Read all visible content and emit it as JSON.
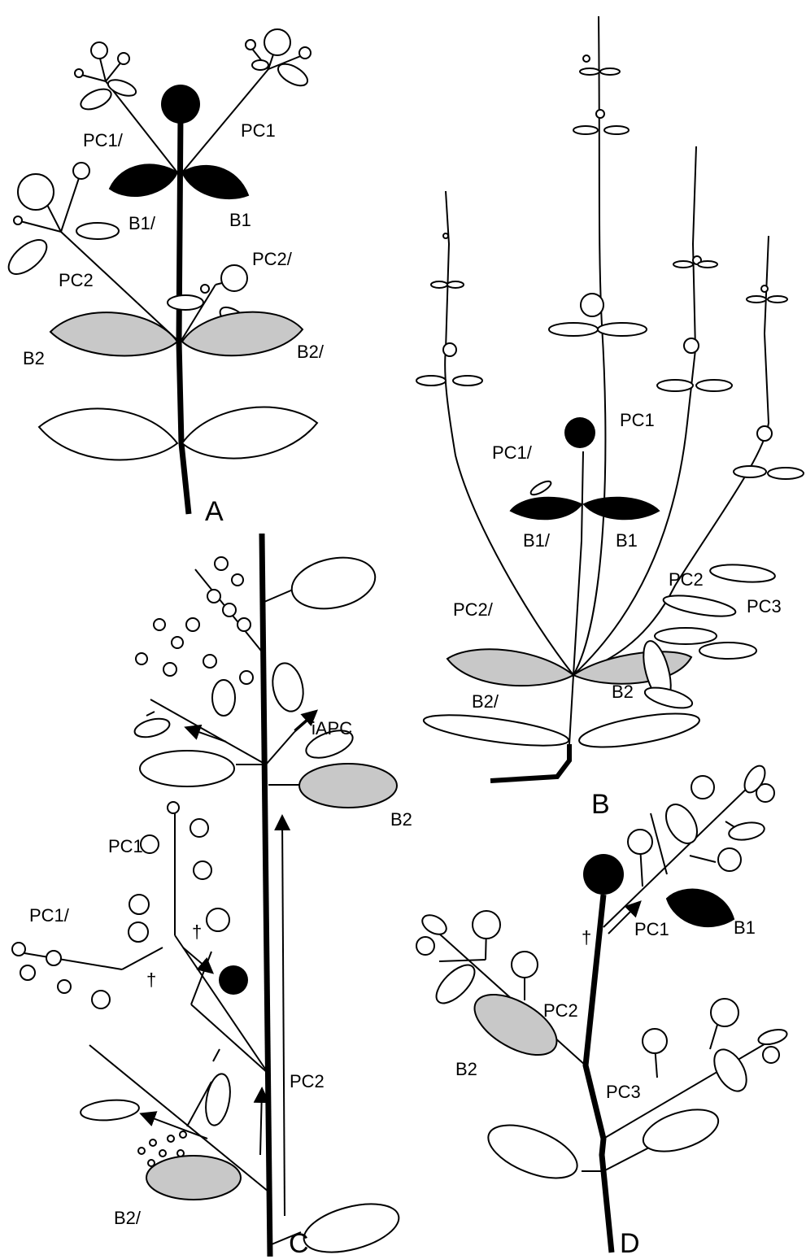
{
  "colors": {
    "ink": "#000000",
    "paper": "#ffffff",
    "shaded_bract": "#c8c8c8",
    "dark_bract": "#000000"
  },
  "panels": {
    "a": {
      "letter": "A",
      "labels": {
        "pc1_prime": "PC1/",
        "pc1": "PC1",
        "b1_prime": "B1/",
        "b1": "B1",
        "pc2_prime": "PC2/",
        "pc2": "PC2",
        "b2": "B2",
        "b2_prime": "B2/"
      }
    },
    "b": {
      "letter": "B",
      "labels": {
        "pc1": "PC1",
        "pc1_prime": "PC1/",
        "b1_prime": "B1/",
        "b1": "B1",
        "pc2_prime": "PC2/",
        "pc2": "PC2",
        "pc3": "PC3",
        "b2_prime": "B2/",
        "b2": "B2"
      }
    },
    "c": {
      "letter": "C",
      "labels": {
        "iapc": "iAPC",
        "b2": "B2",
        "pc1": "PC1",
        "pc1_prime": "PC1/",
        "dagger_1": "†",
        "dagger_2": "†",
        "pc2": "PC2",
        "b2_prime": "B2/"
      }
    },
    "d": {
      "letter": "D",
      "labels": {
        "dagger": "†",
        "pc1": "PC1",
        "b1": "B1",
        "pc2": "PC2",
        "b2": "B2",
        "pc3": "PC3"
      }
    }
  }
}
